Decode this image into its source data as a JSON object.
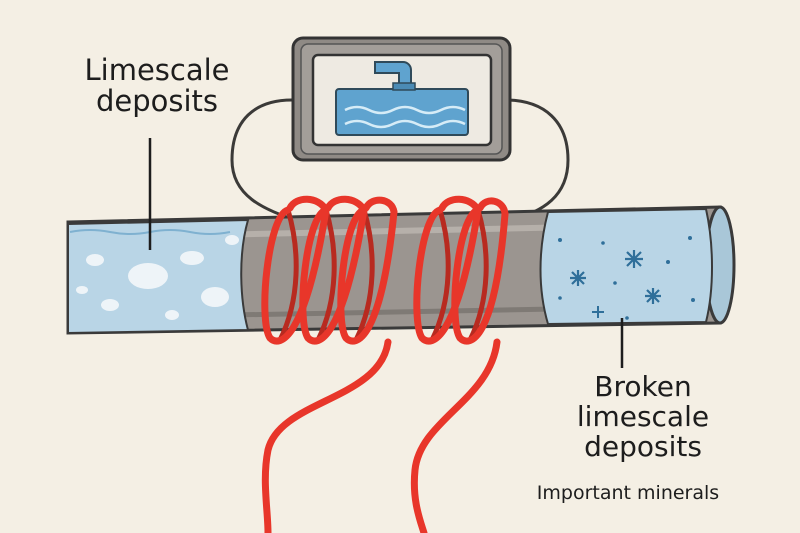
{
  "labels": {
    "left_line1": "Limescale",
    "left_line2": "deposits",
    "right_line1": "Broken",
    "right_line2": "limescale",
    "right_line3": "deposits",
    "right_sub": "Important minerals"
  },
  "colors": {
    "background": "#f4efe4",
    "pipe_metal": "#9b9590",
    "water": "#b9d5e6",
    "deposit": "#eef4f8",
    "coil": "#e8362a",
    "device_body": "#8f8a85",
    "device_screen": "#eeeae2",
    "device_water": "#5fa3cf"
  },
  "icons": [
    "water-tap-icon",
    "snowflake-icon",
    "sparkle-icon"
  ]
}
